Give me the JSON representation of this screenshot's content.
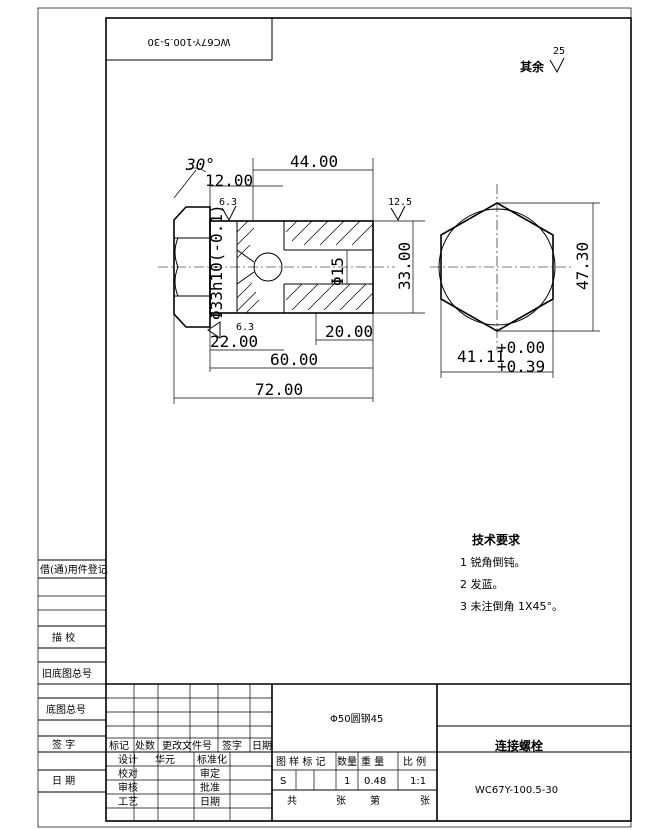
{
  "drawing_number_mirrored": "WC67Y-100.5-30",
  "surface_finish": {
    "rest_label": "其余",
    "rest_value": "25",
    "top_left": "6.3",
    "bottom_left": "6.3",
    "top_right": "12.5"
  },
  "dimensions": {
    "angle": "30°",
    "d12": "12.00",
    "d44": "44.00",
    "d_bore": "Φ33h10(-0.1)",
    "d_hole": "Φ15",
    "d33": "33.00",
    "d47": "47.30",
    "d22": "22.00",
    "d20": "20.00",
    "d60": "60.00",
    "d72": "72.00",
    "across_flats": "41.11",
    "tol_upper": "+0.00",
    "tol_lower": "+0.39"
  },
  "tech_requirements": {
    "title": "技术要求",
    "items": [
      "1 锐角倒钝。",
      "2 发蓝。",
      "3 未注倒角   1X45°。"
    ]
  },
  "left_column": {
    "borrowed_reg": "借(通)用件登记",
    "trace": "描  校",
    "old_base_no": "旧底图总号",
    "base_no": "底图总号",
    "signature": "签  字",
    "date": "日  期"
  },
  "title_block": {
    "material": "Φ50圆钢45",
    "part_name": "连接螺栓",
    "drawing_no": "WC67Y-100.5-30",
    "rev_headers": [
      "标记",
      "处数",
      "更改文件号",
      "签字",
      "日期"
    ],
    "roles_left": [
      "设计",
      "校对",
      "审核",
      "工艺"
    ],
    "roles_mid_top": "标准化",
    "roles_right": [
      "审定",
      "批准",
      "日期"
    ],
    "author": "华元",
    "stage_headers": "图 样 标 记",
    "qty_header": "数量",
    "weight_header": "重  量",
    "scale_header": "比  例",
    "stage_mark": "S",
    "qty": "1",
    "weight": "0.48",
    "scale": "1:1",
    "total_label": "共",
    "sheet_label": "张",
    "page_label": "第",
    "sheet_label2": "张"
  }
}
